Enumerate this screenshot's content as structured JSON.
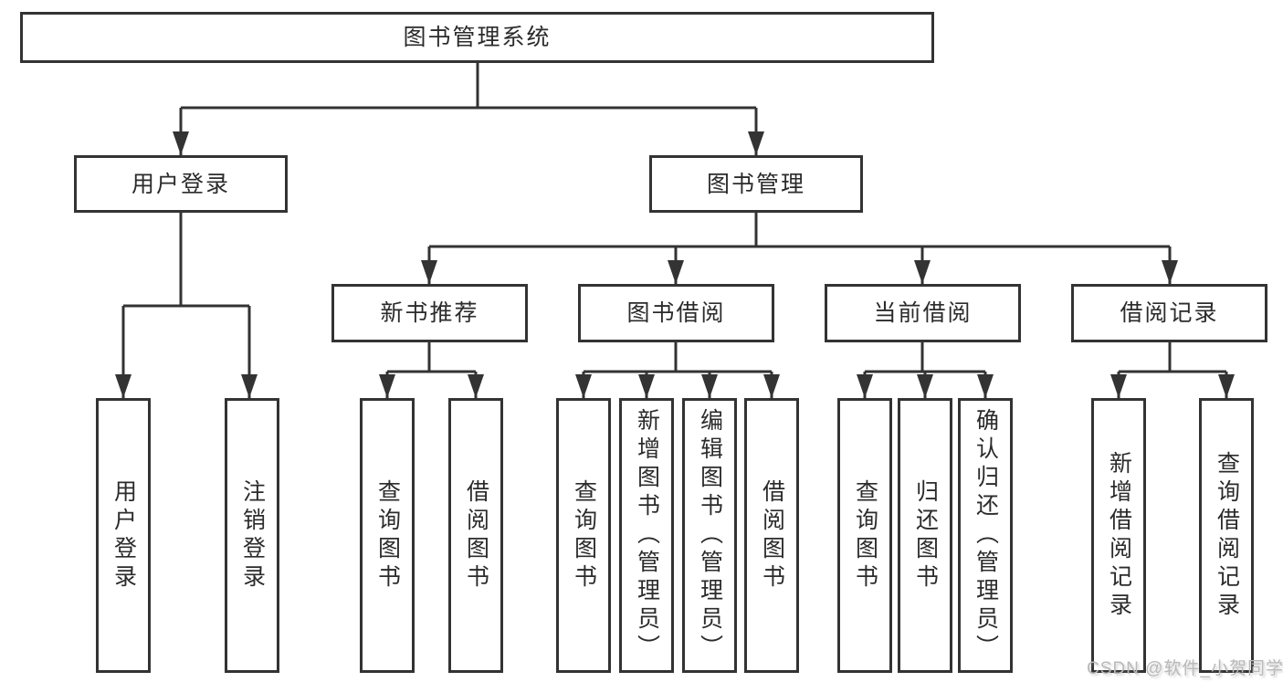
{
  "diagram": {
    "type": "hierarchy-tree",
    "root": {
      "label": "图书管理系统",
      "children": [
        {
          "label": "用户登录",
          "children": [
            {
              "label": "用户登录"
            },
            {
              "label": "注销登录"
            }
          ]
        },
        {
          "label": "图书管理",
          "children": [
            {
              "label": "新书推荐",
              "children": [
                {
                  "label": "查询图书"
                },
                {
                  "label": "借阅图书"
                }
              ]
            },
            {
              "label": "图书借阅",
              "children": [
                {
                  "label": "查询图书"
                },
                {
                  "label": "新增图书（管理员）"
                },
                {
                  "label": "编辑图书（管理员）"
                },
                {
                  "label": "借阅图书"
                }
              ]
            },
            {
              "label": "当前借阅",
              "children": [
                {
                  "label": "查询图书"
                },
                {
                  "label": "归还图书"
                },
                {
                  "label": "确认归还（管理员）"
                }
              ]
            },
            {
              "label": "借阅记录",
              "children": [
                {
                  "label": "新增借阅记录"
                },
                {
                  "label": "查询借阅记录"
                }
              ]
            }
          ]
        }
      ]
    }
  },
  "watermark": {
    "text": "CSDN @软件_小贺同学"
  },
  "colors": {
    "line": "#333333",
    "box_background": "#ffffff",
    "text": "#2b2b2b",
    "watermark": "#b9b9b9"
  }
}
